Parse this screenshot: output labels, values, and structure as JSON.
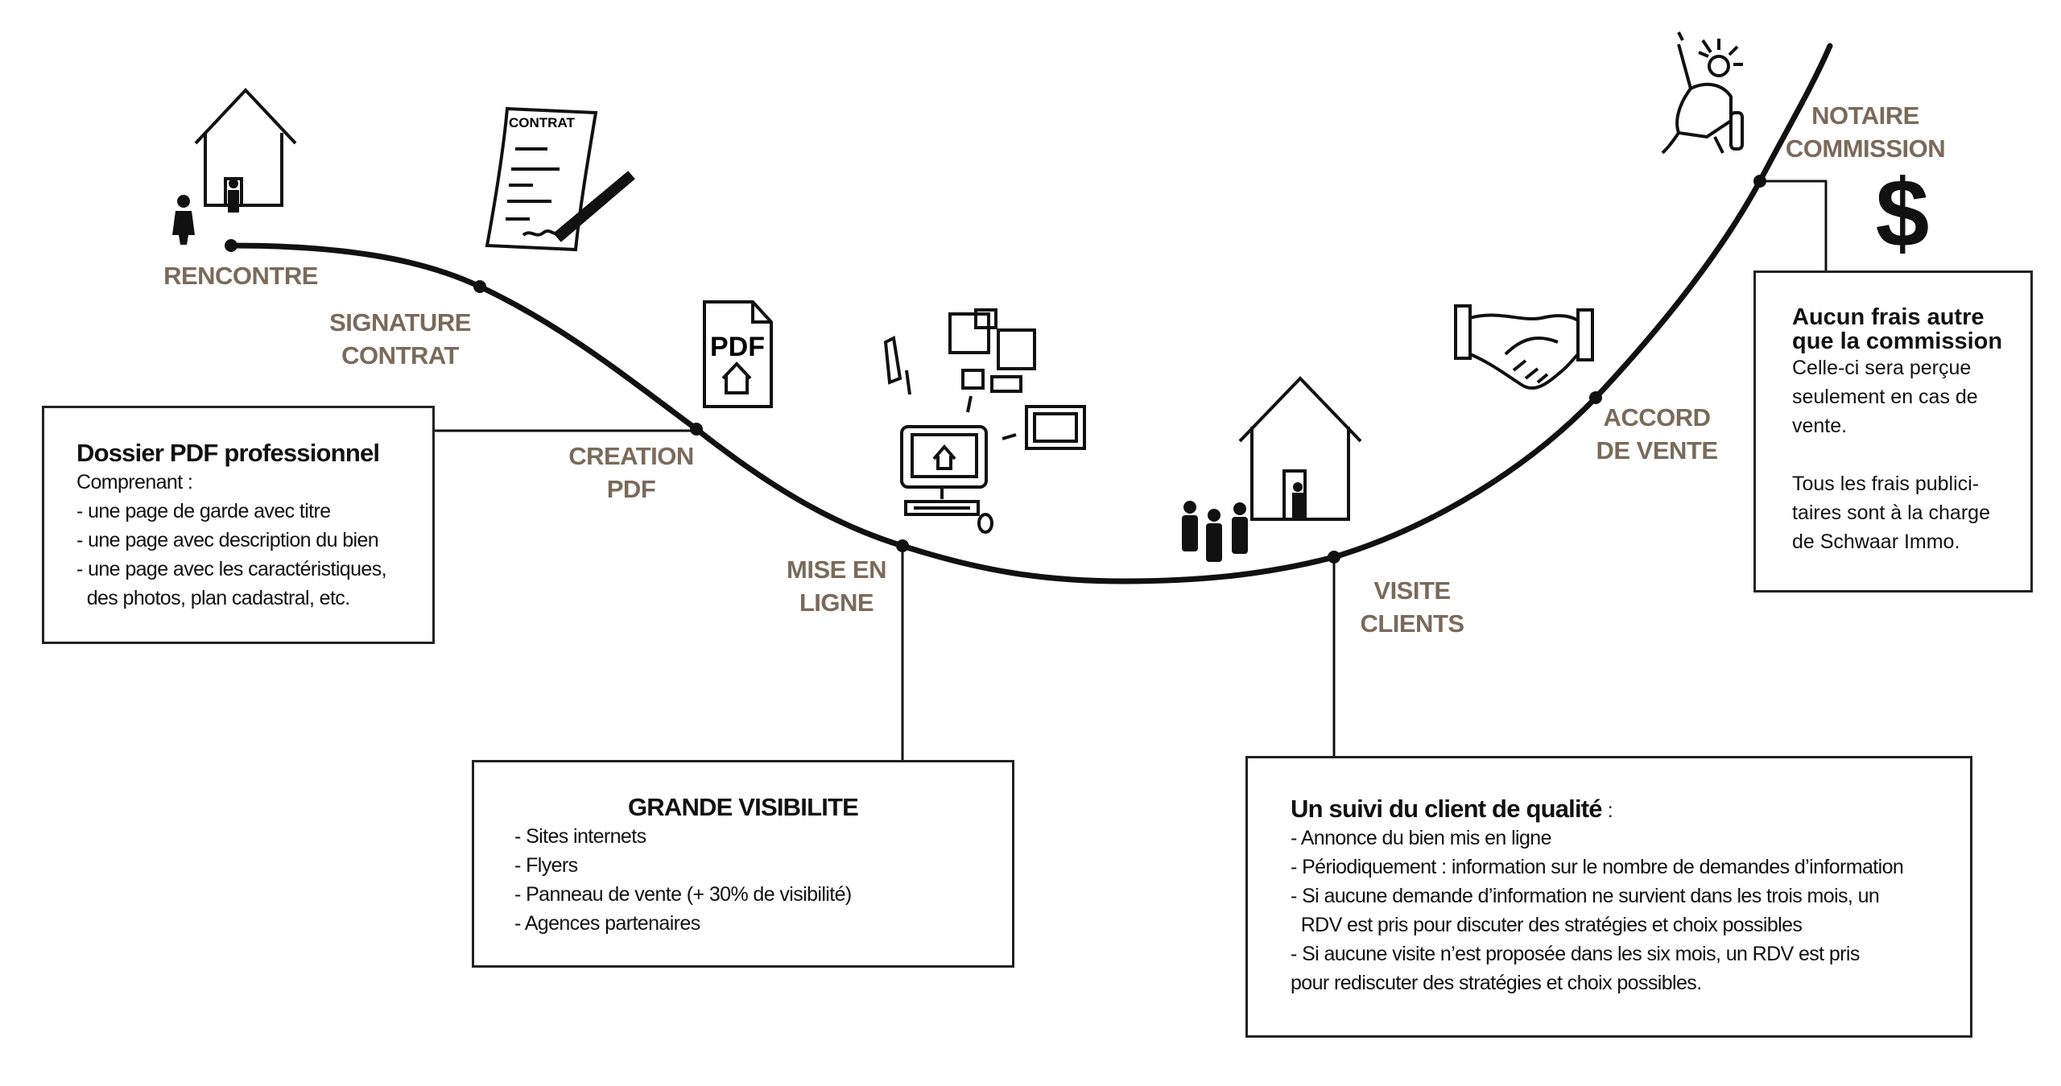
{
  "steps": [
    {
      "id": "rencontre",
      "lines": [
        "RENCONTRE"
      ]
    },
    {
      "id": "signature",
      "lines": [
        "SIGNATURE",
        "CONTRAT"
      ]
    },
    {
      "id": "creation",
      "lines": [
        "CREATION",
        "PDF"
      ]
    },
    {
      "id": "mise",
      "lines": [
        "MISE EN",
        "LIGNE"
      ]
    },
    {
      "id": "visite",
      "lines": [
        "VISITE",
        "CLIENTS"
      ]
    },
    {
      "id": "accord",
      "lines": [
        "ACCORD",
        "DE VENTE"
      ]
    },
    {
      "id": "notaire",
      "lines": [
        "NOTAIRE",
        "COMMISSION"
      ]
    }
  ],
  "icons": {
    "contract_text": "CONTRAT",
    "pdf_text": "PDF",
    "dollar": "$"
  },
  "boxes": {
    "pdf": {
      "title": "Dossier PDF professionnel",
      "lines": [
        "Comprenant :",
        "- une page de garde avec titre",
        "- une page avec description du bien",
        "- une page avec les caractéristiques,",
        "  des photos, plan cadastral, etc."
      ]
    },
    "visibilite": {
      "title": "GRANDE VISIBILITE",
      "lines": [
        "- Sites internets",
        "- Flyers",
        "- Panneau de vente (+ 30% de visibilité)",
        "- Agences partenaires"
      ]
    },
    "suivi": {
      "title": "Un suivi du client de qualité",
      "title_suffix": " :",
      "lines": [
        "- Annonce du bien mis en ligne",
        "- Périodiquement : information sur le nombre de demandes d’information",
        "- Si aucune demande d’information ne survient dans les trois mois, un",
        "  RDV est pris pour discuter des stratégies et choix possibles",
        "- Si aucune visite n’est proposée dans les six mois, un RDV est pris",
        "pour rediscuter des stratégies et choix possibles."
      ]
    },
    "commission": {
      "title_lines": [
        "Aucun frais autre",
        "que la commission"
      ],
      "lines": [
        "Celle-ci sera perçue seulement en cas de vente.",
        "Tous les frais publici-taires sont à la charge de Schwaar Immo."
      ]
    }
  },
  "colors": {
    "step_label": "#7a6a5a",
    "line": "#111111"
  }
}
